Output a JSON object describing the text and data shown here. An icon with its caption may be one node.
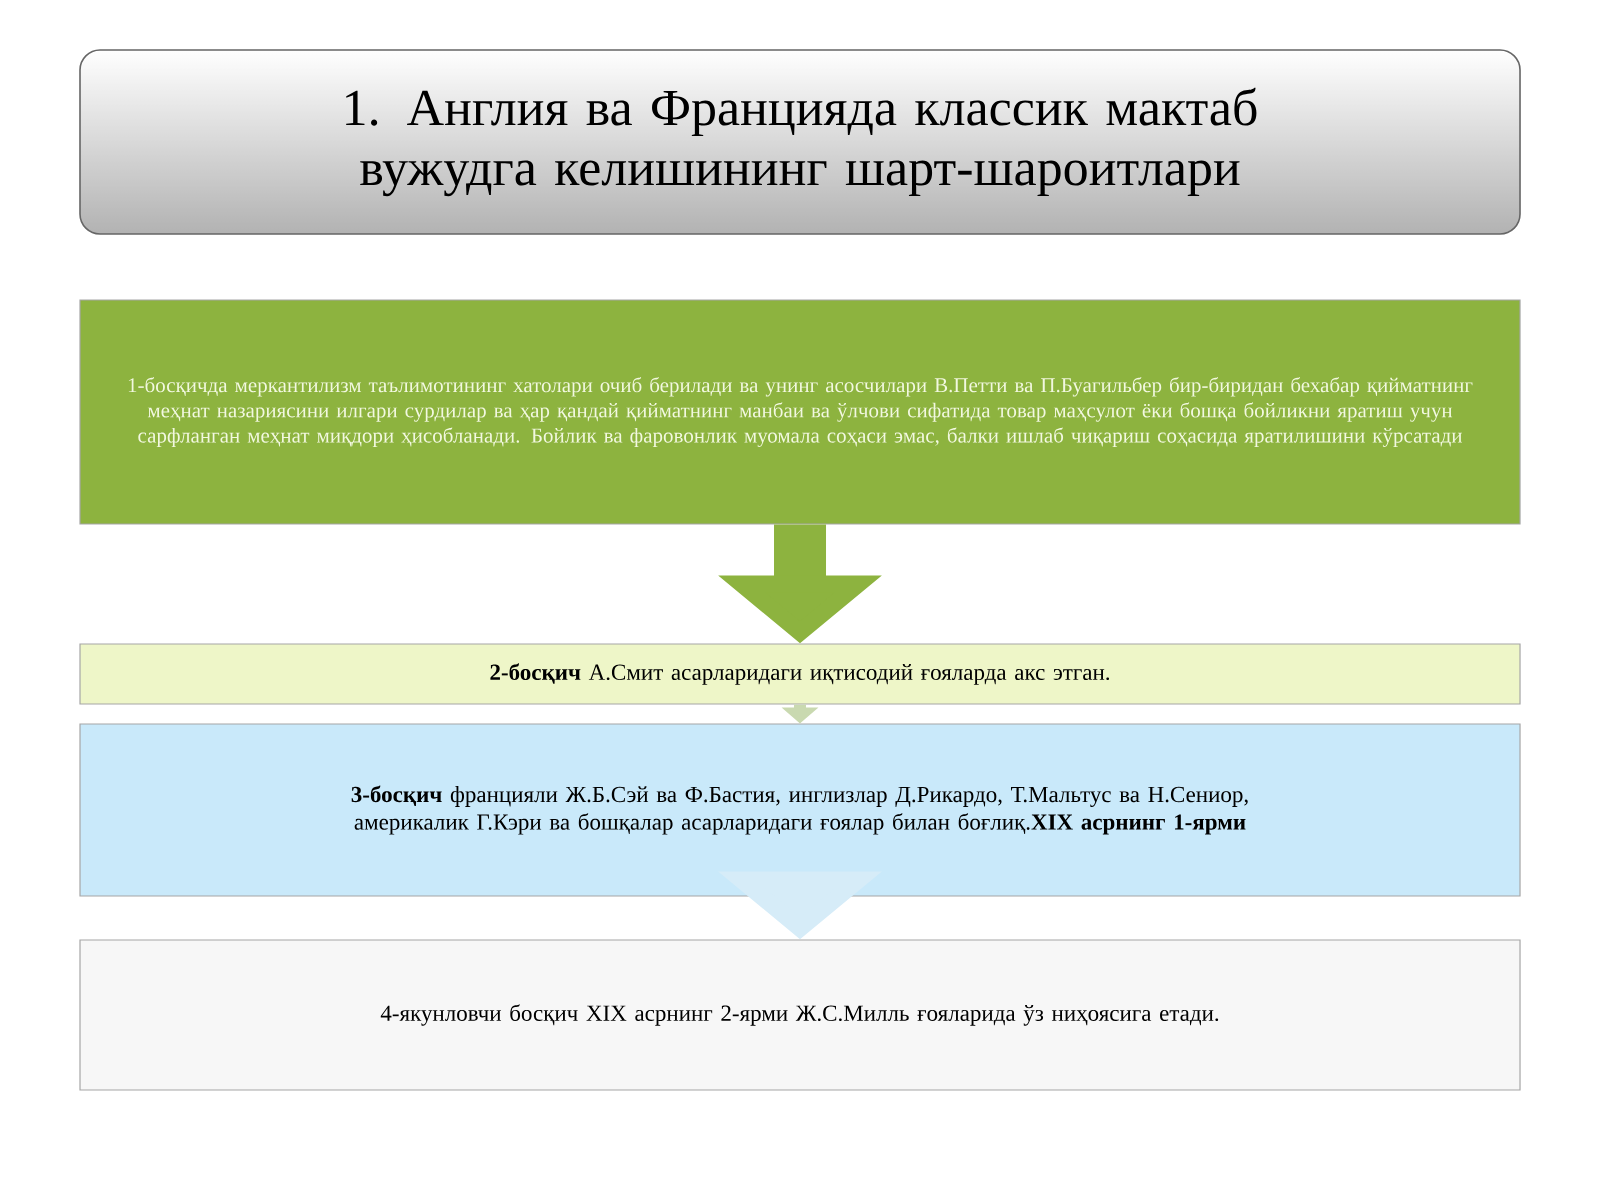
{
  "diagram": {
    "title": "1. Англия ва Францияда классик мактаб вужудга келишининг шарт-шароитлари",
    "nodes": [
      {
        "text": [
          "1-босқичда меркантилизм таълимотининг хатолари очиб берилади ва унинг асосчилари В.Петти ва П.Буагильбер бир-биридан бехабар қийматнинг меҳнат назариясини илгари сурдилар ва ҳар қандай қийматнинг манбаи ва ўлчови сифатида товар маҳсулот ёки бошқа бойликни яратиш учун сарфланган меҳнат миқдори ҳисобланади. Бойлик ва фаровонлик муомала соҳаси эмас, балки ишлаб чиқариш соҳасида яратилишини кўрсатади"
        ]
      },
      {
        "text": [
          "**2-босқич** А.Смит асарларидаги иқтисодий ғояларда акс этган."
        ]
      },
      {
        "text": [
          "**3-босқич** францияли Ж.Б.Сэй ва Ф.Бастия, инглизлар Д.Рикардо, Т.Мальтус ва Н.Сениор, америкалик Г.Кэри ва бошқалар асарларидаги ғоялар билан боғлиқ.**XIX асрнинг 1-ярми**"
        ]
      },
      {
        "text": [
          "4-якунловчи босқич XIX асрнинг 2-ярми Ж.С.Милль ғояларида ўз ниҳоясига етади."
        ]
      }
    ],
    "edges": [
      {
        "from": 0,
        "to": 1,
        "arrow": "to",
        "style": "thick",
        "color": "#8db33f"
      },
      {
        "from": 1,
        "to": 2,
        "arrow": "to",
        "color": "#c9d9b0"
      },
      {
        "from": 2,
        "to": 3,
        "arrow": "to",
        "style": "thick",
        "color": "#d6ecf8"
      }
    ]
  }
}
